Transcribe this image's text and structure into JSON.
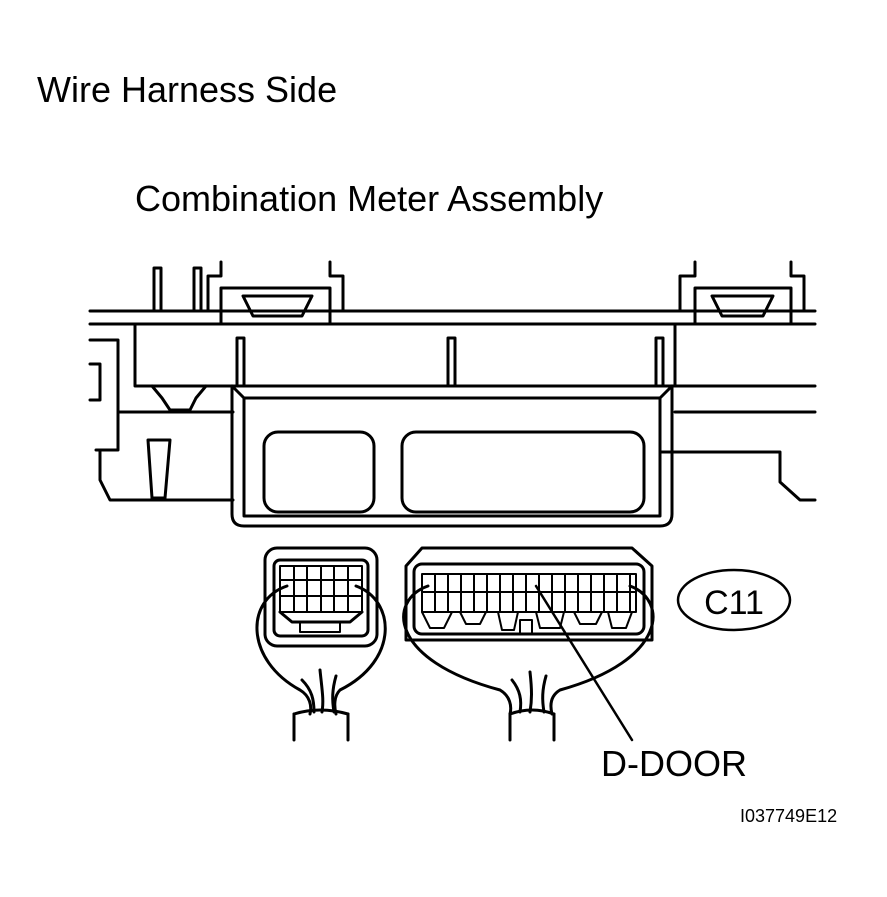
{
  "header": {
    "title": "Wire Harness Side",
    "subtitle": "Combination Meter Assembly"
  },
  "labels": {
    "connector_code": "C11",
    "terminal_name": "D-DOOR",
    "figure_id": "I037749E12"
  }
}
